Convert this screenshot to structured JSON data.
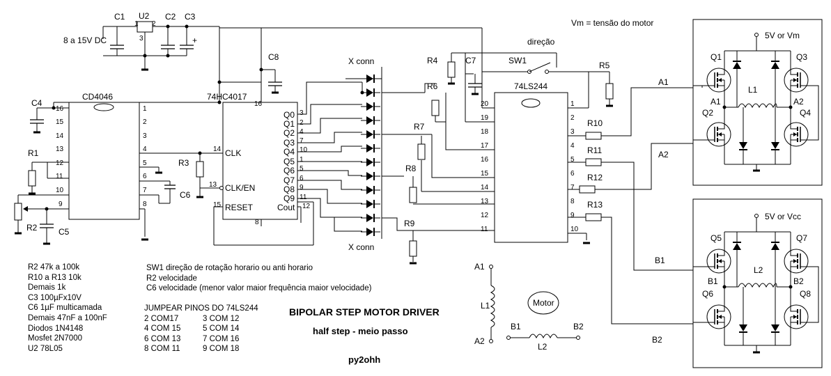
{
  "supply": {
    "input": "8 a 15V DC",
    "motor_note": "Vm = tensão do motor"
  },
  "ics": {
    "cd4046": "CD4046",
    "hc4017": "74HC4017",
    "ls244": "74LS244",
    "u2": "U2",
    "hc4017_pins": {
      "q0": "Q0",
      "q1": "Q1",
      "q2": "Q2",
      "q3": "Q3",
      "q4": "Q4",
      "q5": "Q5",
      "q6": "Q6",
      "q7": "Q7",
      "q8": "Q8",
      "q9": "Q9",
      "clk": "CLK",
      "clken": "CLK/EN",
      "reset": "RESET",
      "cout": "Cout"
    }
  },
  "labels": {
    "c1": "C1",
    "c2": "C2",
    "c3": "C3",
    "c4": "C4",
    "c5": "C5",
    "c6": "C6",
    "c7": "C7",
    "c8": "C8",
    "r1": "R1",
    "r2": "R2",
    "r3": "R3",
    "r4": "R4",
    "r5": "R5",
    "r6": "R6",
    "r7": "R7",
    "r8": "R8",
    "r9": "R9",
    "r10": "R10",
    "r11": "R11",
    "r12": "R12",
    "r13": "R13",
    "sw1": "SW1",
    "direcao": "direção",
    "xconn_top": "X conn",
    "xconn_bottom": "X conn",
    "q1": "Q1",
    "q2": "Q2",
    "q3": "Q3",
    "q4": "Q4",
    "q5": "Q5",
    "q6": "Q6",
    "q7": "Q7",
    "q8": "Q8",
    "l1": "L1",
    "l2": "L2",
    "a1": "A1",
    "a2": "A2",
    "b1": "B1",
    "b2": "B2",
    "vm_top": "5V or Vm",
    "vcc_bottom": "5V or Vcc",
    "motor": "Motor"
  },
  "parts_list": [
    "R2 47k a 100k",
    "R10 a R13 10k",
    "Demais 1k",
    "C3 100µFx10V",
    "C6 1µF multicamada",
    "Demais 47nF a 100nF",
    "Diodos 1N4148",
    "Mosfet 2N7000",
    "U2 78L05"
  ],
  "notes": [
    "SW1 direção de rotação horario ou anti horario",
    "R2 velocidade",
    "C6 velocidade (menor valor maior frequência maior velocidade)"
  ],
  "jumpers": {
    "title": "JUMPEAR PINOS DO 74LS244",
    "rows": [
      [
        "2 COM17",
        "3 COM 12"
      ],
      [
        "4 COM 15",
        "5 COM 14"
      ],
      [
        "6 COM 13",
        "7 COM 16"
      ],
      [
        "8 COM 11",
        "9 COM 18"
      ]
    ]
  },
  "title": {
    "main": "BIPOLAR STEP MOTOR DRIVER",
    "sub": "half step - meio passo",
    "author": "py2ohh"
  }
}
